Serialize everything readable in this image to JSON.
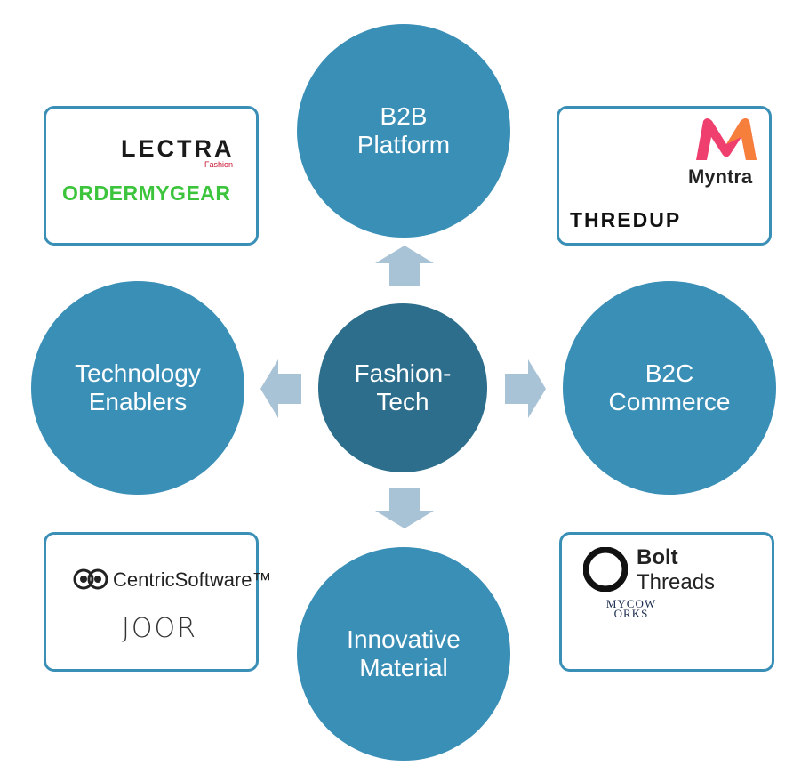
{
  "center": {
    "line1": "Fashion-",
    "line2": "Tech"
  },
  "nodes": {
    "top": {
      "line1": "B2B",
      "line2": "Platform"
    },
    "left": {
      "line1": "Technology",
      "line2": "Enablers"
    },
    "right": {
      "line1": "B2C",
      "line2": "Commerce"
    },
    "bottom": {
      "line1": "Innovative",
      "line2": "Material"
    }
  },
  "logos": {
    "top_left": {
      "lectra": "LECTRA",
      "lectra_sub": "Fashion",
      "ordermygear": "ORDERMYGEAR"
    },
    "top_right": {
      "myntra": "Myntra",
      "thredup": "THREDUP"
    },
    "bottom_left": {
      "centric": "CentricSoftware™",
      "joor": "JOOR"
    },
    "bottom_right": {
      "bolt_line1": "Bolt",
      "bolt_line2": "Threads",
      "mycoworks": "MYCOWORKS"
    }
  },
  "colors": {
    "outer_circle": "#3a8fb7",
    "center_circle": "#2c6e8c",
    "arrow": "#a9c3d6"
  }
}
